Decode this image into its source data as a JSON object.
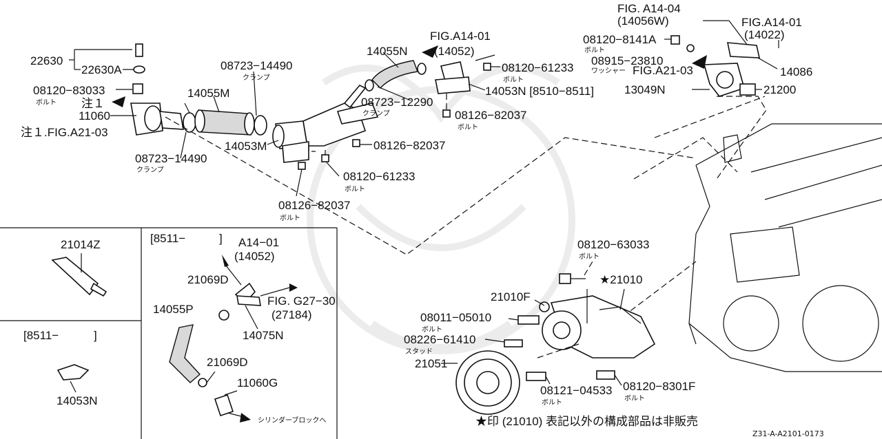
{
  "diagram": {
    "code": "Z31-A-A2101-0173",
    "note_star": "★印 (21010) 表記以外の構成部品は非販売",
    "note1_label": "注１.FIG.A21-03",
    "note1_marker": "注１"
  },
  "top_labels": {
    "p22630": "22630",
    "p22630a": "22630A",
    "p0812083033": "08120−83033",
    "bolt_83033": "ボルト",
    "p11060": "11060",
    "p14055m": "14055M",
    "p0872314490_top": "08723−14490",
    "clamp_top": "クランプ",
    "p0872314490_bot": "08723−14490",
    "clamp_bot": "クランプ",
    "p14053m": "14053M",
    "p14055n": "14055N",
    "fig_a1401_a": "FIG.A14-01",
    "fig_a1401_a_sub": "(14052)",
    "p0812061233_r": "08120−61233",
    "bolt_61233_r": "ボルト",
    "p14053n_range": "14053N [8510−8511]",
    "p0872312290": "08723−12290",
    "clamp_12290": "クランプ",
    "p0812682037_r": "08126−82037",
    "bolt_82037_r": "ボルト",
    "p0812682037_m": "08126−82037",
    "p0812061233_m": "08120−61233",
    "bolt_61233_m": "ボルト",
    "p0812682037_b": "08126−82037",
    "bolt_82037_b": "ボルト"
  },
  "right_labels": {
    "fig_a1404": "FIG. A14-04",
    "fig_a1404_sub": "(14056W)",
    "fig_a1401_b": "FIG.A14-01",
    "fig_a1401_b_sub": "(14022)",
    "p081208141a": "08120−8141A",
    "bolt_8141a": "ボルト",
    "p0891523810": "08915−23810",
    "washer": "ワッシャー",
    "fig_a2103": "FIG.A21-03",
    "p14086": "14086",
    "p13049n": "13049N",
    "p21200": "21200"
  },
  "pump_labels": {
    "p0812063033": "08120−63033",
    "bolt_63033": "ボルト",
    "p21010": "★21010",
    "p21010f": "21010F",
    "p0801105010": "08011−05010",
    "bolt_05010": "ボルト",
    "p0822661410": "08226−61410",
    "stud": "スタッド",
    "p21051": "21051",
    "p0812104533": "08121−04533",
    "bolt_04533": "ボルト",
    "p081208301f": "08120−8301F",
    "bolt_8301f": "ボルト"
  },
  "inset_left_top": {
    "p21014z": "21014Z"
  },
  "inset_left_bottom": {
    "range": "[8511−",
    "range_end": "]",
    "p14053n": "14053N"
  },
  "inset_center": {
    "range": "[8511−",
    "range_end": "]",
    "a1401": "A14−01",
    "a1401_sub": "(14052)",
    "p21069d_top": "21069D",
    "fig_g2730": "FIG. G27−30",
    "fig_g2730_sub": "(27184)",
    "p14055p": "14055P",
    "p14075n": "14075N",
    "p21069d_bot": "21069D",
    "p11060g": "11060G",
    "cylinder_block": "シリンダーブロックへ"
  }
}
